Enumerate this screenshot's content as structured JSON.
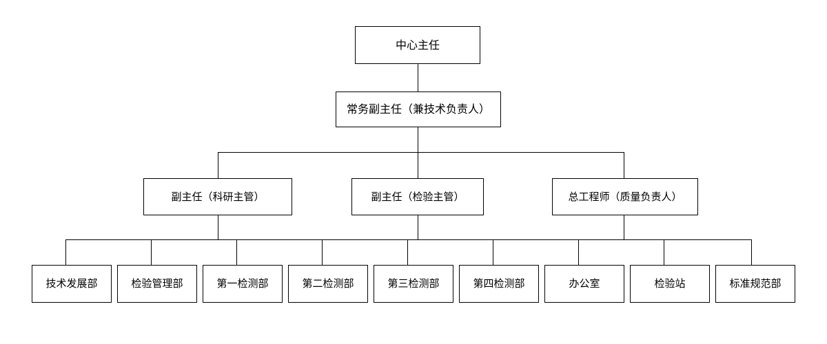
{
  "diagram": {
    "title_text": "",
    "line_color": "#000000",
    "box_fill": "#ffffff",
    "box_border": "#000000",
    "text_color": "#000000"
  },
  "chart_data": {
    "type": "diagram",
    "subtype": "organization-chart",
    "orientation": "top-down",
    "levels": 4,
    "nodes": [
      {
        "id": "n1",
        "label": "中心主任",
        "level": 1,
        "parent": null
      },
      {
        "id": "n2",
        "label": "常务副主任（兼技术负责人）",
        "level": 2,
        "parent": "n1"
      },
      {
        "id": "n3",
        "label": "副主任（科研主管）",
        "level": 3,
        "parent": "n2"
      },
      {
        "id": "n4",
        "label": "副主任（检验主管）",
        "level": 3,
        "parent": "n2"
      },
      {
        "id": "n5",
        "label": "总工程师（质量负责人）",
        "level": 3,
        "parent": "n2"
      },
      {
        "id": "n6",
        "label": "技术发展部",
        "level": 4,
        "parent": "bus"
      },
      {
        "id": "n7",
        "label": "检验管理部",
        "level": 4,
        "parent": "bus"
      },
      {
        "id": "n8",
        "label": "第一检测部",
        "level": 4,
        "parent": "bus"
      },
      {
        "id": "n9",
        "label": "第二检测部",
        "level": 4,
        "parent": "bus"
      },
      {
        "id": "n10",
        "label": "第三检测部",
        "level": 4,
        "parent": "bus"
      },
      {
        "id": "n11",
        "label": "第四检测部",
        "level": 4,
        "parent": "bus"
      },
      {
        "id": "n12",
        "label": "办公室",
        "level": 4,
        "parent": "bus"
      },
      {
        "id": "n13",
        "label": "检验站",
        "level": 4,
        "parent": "bus"
      },
      {
        "id": "n14",
        "label": "标准规范部",
        "level": 4,
        "parent": "bus"
      }
    ]
  },
  "level1": {
    "director": "中心主任"
  },
  "level2": {
    "exec_deputy": "常务副主任（兼技术负责人）"
  },
  "level3": {
    "deputy_research": "副主任（科研主管）",
    "deputy_inspection": "副主任（检验主管）",
    "chief_engineer": "总工程师（质量负责人）"
  },
  "level4": {
    "dept_1": "技术发展部",
    "dept_2": "检验管理部",
    "dept_3": "第一检测部",
    "dept_4": "第二检测部",
    "dept_5": "第三检测部",
    "dept_6": "第四检测部",
    "dept_7": "办公室",
    "dept_8": "检验站",
    "dept_9": "标准规范部"
  }
}
